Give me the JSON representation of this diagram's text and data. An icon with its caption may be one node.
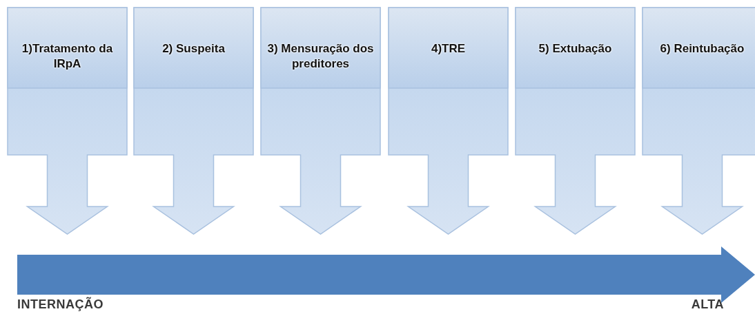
{
  "diagram": {
    "nodes": [
      {
        "text": [
          "1)Tratamento da IRpA"
        ]
      },
      {
        "text": [
          "2) Suspeita"
        ]
      },
      {
        "text": [
          "3) Mensuração dos preditores"
        ]
      },
      {
        "text": [
          "4)TRE"
        ]
      },
      {
        "text": [
          "5) Extubação"
        ]
      },
      {
        "text": [
          "6) Reintubação"
        ]
      }
    ],
    "labels": [
      "INTERNAÇÃO",
      "ALTA"
    ]
  }
}
